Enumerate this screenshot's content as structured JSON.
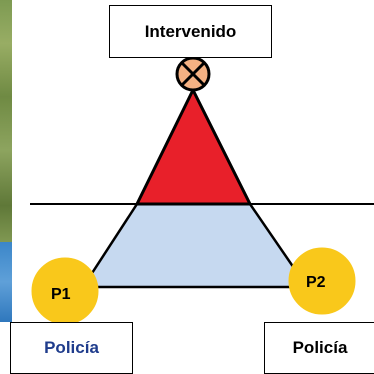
{
  "top_label": "Intervenido",
  "bottom_left_label": "Policía",
  "bottom_right_label": "Policía",
  "node_left": "P1",
  "node_right": "P2",
  "colors": {
    "apex_fill": "#e8202a",
    "base_fill": "#c6d9f0",
    "node_fill": "#f9c81b",
    "apex_node_fill": "#f4b183",
    "label_blue": "#1f3c8c"
  }
}
